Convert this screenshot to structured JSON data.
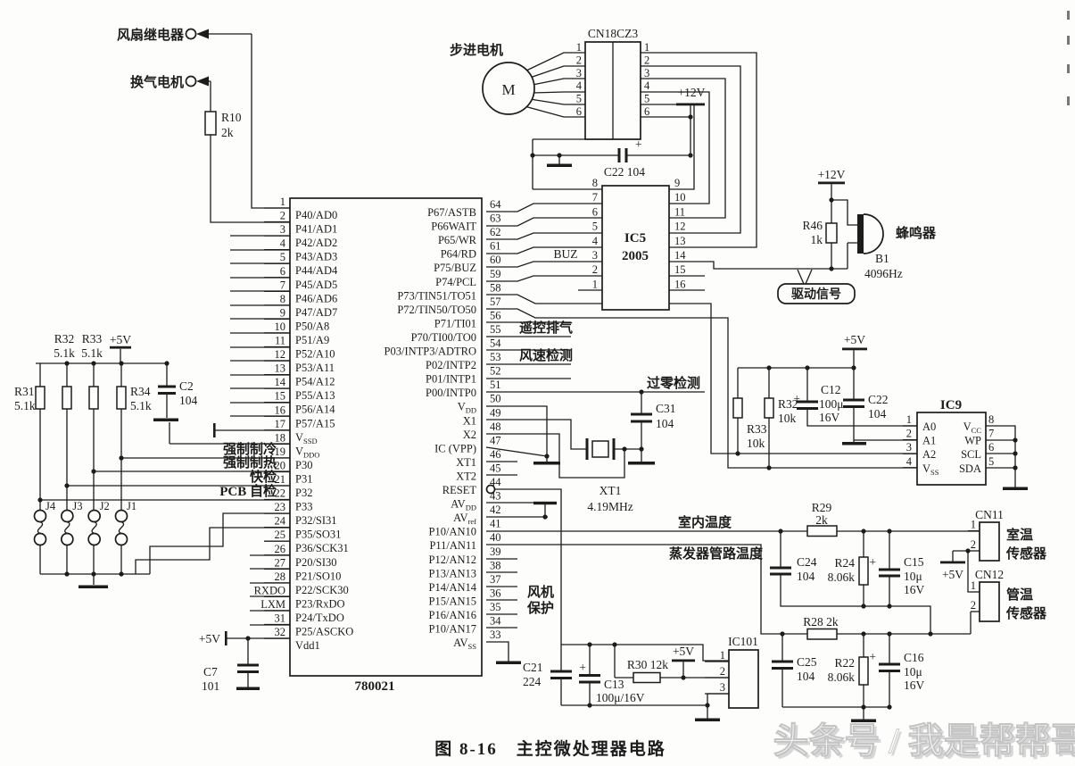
{
  "misc": {
    "plus": "+"
  },
  "top_left": {
    "fan_relay": "风扇继电器",
    "vent_motor": "换气电机",
    "r10": "R10",
    "r10_val": "2k"
  },
  "stepper": {
    "label": "步进电机",
    "motor": "M",
    "cn_title": "CN18CZ3",
    "left": [
      "1",
      "2",
      "3",
      "4",
      "5",
      "6"
    ],
    "right": [
      "1",
      "2",
      "3",
      "4",
      "5",
      "6"
    ],
    "p12v": "+12V",
    "c22": "C22 104"
  },
  "ic5": {
    "name": "IC5",
    "part": "2005",
    "buz": "BUZ",
    "left": [
      "8",
      "7",
      "6",
      "5",
      "4",
      "3",
      "2",
      "1"
    ],
    "right": [
      "9",
      "10",
      "11",
      "12",
      "13",
      "14",
      "15",
      "16"
    ]
  },
  "buzzer": {
    "p12v": "+12V",
    "r46": "R46",
    "r46_val": "1k",
    "name": "蜂鸣器",
    "b1": "B1",
    "freq": "4096Hz",
    "drive": "驱动信号"
  },
  "mcu": {
    "part": "780021",
    "left_pins": [
      {
        "n": "1",
        "l": "P40/AD0",
        "s": ""
      },
      {
        "n": "2",
        "l": "P41/AD1",
        "s": ""
      },
      {
        "n": "3",
        "l": "P42/AD2",
        "s": ""
      },
      {
        "n": "4",
        "l": "P43/AD3",
        "s": ""
      },
      {
        "n": "5",
        "l": "P44/AD4",
        "s": ""
      },
      {
        "n": "6",
        "l": "P45/AD5",
        "s": ""
      },
      {
        "n": "7",
        "l": "P46/AD6",
        "s": ""
      },
      {
        "n": "8",
        "l": "P47/AD7",
        "s": ""
      },
      {
        "n": "9",
        "l": "P50/A8",
        "s": ""
      },
      {
        "n": "10",
        "l": "P51/A9",
        "s": ""
      },
      {
        "n": "11",
        "l": "P52/A10",
        "s": ""
      },
      {
        "n": "12",
        "l": "P53/A11",
        "s": ""
      },
      {
        "n": "13",
        "l": "P54/A12",
        "s": ""
      },
      {
        "n": "14",
        "l": "P55/A13",
        "s": ""
      },
      {
        "n": "15",
        "l": "P56/A14",
        "s": ""
      },
      {
        "n": "16",
        "l": "P57/A15",
        "s": ""
      },
      {
        "n": "17",
        "l": "V",
        "s": "SSD"
      },
      {
        "n": "18",
        "l": "V",
        "s": "DDO"
      },
      {
        "n": "19",
        "l": "P30",
        "s": ""
      },
      {
        "n": "20",
        "l": "P31",
        "s": ""
      },
      {
        "n": "21",
        "l": "P32",
        "s": ""
      },
      {
        "n": "22",
        "l": "P33",
        "s": ""
      },
      {
        "n": "23",
        "l": "P32/SI31",
        "s": ""
      },
      {
        "n": "24",
        "l": "P35/SO31",
        "s": ""
      },
      {
        "n": "25",
        "l": "P36/SCK31",
        "s": ""
      },
      {
        "n": "26",
        "l": "P20/SI30",
        "s": ""
      },
      {
        "n": "27",
        "l": "P21/SO10",
        "s": ""
      },
      {
        "n": "28",
        "l": "P22/SCK30",
        "s": ""
      },
      {
        "n": "RXDO",
        "l": "P23/RxDO",
        "s": ""
      },
      {
        "n": "LXM",
        "l": "P24/TxDO",
        "s": ""
      },
      {
        "n": "31",
        "l": "P25/ASCKO",
        "s": ""
      },
      {
        "n": "32",
        "l": "Vdd1",
        "s": ""
      }
    ],
    "right_pins": [
      {
        "n": "64",
        "l": "P67/ASTB",
        "s": ""
      },
      {
        "n": "63",
        "l": "P66WAIT",
        "s": ""
      },
      {
        "n": "62",
        "l": "P65/WR",
        "s": ""
      },
      {
        "n": "61",
        "l": "P64/RD",
        "s": ""
      },
      {
        "n": "60",
        "l": "P75/BUZ",
        "s": ""
      },
      {
        "n": "59",
        "l": "P74/PCL",
        "s": ""
      },
      {
        "n": "58",
        "l": "P73/TIN51/TO51",
        "s": ""
      },
      {
        "n": "57",
        "l": "P72/TIN50/TO50",
        "s": ""
      },
      {
        "n": "56",
        "l": "P71/TI01",
        "s": ""
      },
      {
        "n": "55",
        "l": "P70/TI00/TO0",
        "s": ""
      },
      {
        "n": "54",
        "l": "P03/INTP3/ADTRO",
        "s": ""
      },
      {
        "n": "53",
        "l": "P02/INTP2",
        "s": ""
      },
      {
        "n": "52",
        "l": "P01/INTP1",
        "s": ""
      },
      {
        "n": "51",
        "l": "P00/INTP0",
        "s": ""
      },
      {
        "n": "50",
        "l": "V",
        "s": "DD"
      },
      {
        "n": "49",
        "l": "X1",
        "s": ""
      },
      {
        "n": "48",
        "l": "X2",
        "s": ""
      },
      {
        "n": "47",
        "l": "IC (VPP)",
        "s": ""
      },
      {
        "n": "46",
        "l": "XT1",
        "s": ""
      },
      {
        "n": "45",
        "l": "XT2",
        "s": ""
      },
      {
        "n": "44",
        "l": "RESET",
        "s": ""
      },
      {
        "n": "43",
        "l": "AV",
        "s": "DD"
      },
      {
        "n": "42",
        "l": "AV",
        "s": "ref"
      },
      {
        "n": "41",
        "l": "P10/AN10",
        "s": ""
      },
      {
        "n": "40",
        "l": "P11/AN11",
        "s": ""
      },
      {
        "n": "39",
        "l": "P12/AN12",
        "s": ""
      },
      {
        "n": "38",
        "l": "P13/AN13",
        "s": ""
      },
      {
        "n": "37",
        "l": "P14/AN14",
        "s": ""
      },
      {
        "n": "36",
        "l": "P15/AN15",
        "s": ""
      },
      {
        "n": "35",
        "l": "P16/AN16",
        "s": ""
      },
      {
        "n": "34",
        "l": "P10/AN17",
        "s": ""
      },
      {
        "n": "33",
        "l": "AV",
        "s": "SS"
      }
    ],
    "p5v": "+5V",
    "c7": "C7",
    "c7_val": "101"
  },
  "modes": {
    "cool": "强制制冷",
    "heat": "强制制热",
    "quick": "快检",
    "pcb": "PCB 自检"
  },
  "bias": {
    "r31": "R31",
    "r31_val": "5.1k",
    "r32": "R32",
    "r32_val": "5.1k",
    "r33": "R33",
    "r33_val": "5.1k",
    "r34": "R34",
    "r34_val": "5.1k",
    "p5v": "+5V",
    "c2": "C2",
    "c2_val": "104",
    "jumpers": [
      "J4",
      "J3",
      "J2",
      "J1"
    ]
  },
  "mid": {
    "remote": "遥控排气",
    "wind": "风速检测",
    "zero": "过零检测",
    "c31": "C31",
    "c31_val": "104",
    "xt1": "XT1",
    "xt1_val": "4.19MHz",
    "fan1": "风机",
    "fan2": "保护"
  },
  "eeprom": {
    "r33": "R33",
    "r33_val": "10k",
    "r32": "R32",
    "r32_val": "10k",
    "c12": "C12",
    "c12_v1": "100μ",
    "c12_v2": "16V",
    "c22": "C22",
    "c22_val": "104",
    "p5v": "+5V",
    "ic9": {
      "title": "IC9",
      "left": [
        {
          "n": "1",
          "l": "A0",
          "s": ""
        },
        {
          "n": "2",
          "l": "A1",
          "s": ""
        },
        {
          "n": "3",
          "l": "A2",
          "s": ""
        },
        {
          "n": "4",
          "l": "V",
          "s": "SS"
        }
      ],
      "right": [
        {
          "n": "8",
          "l": "V",
          "s": "CC"
        },
        {
          "n": "7",
          "l": "WP",
          "s": ""
        },
        {
          "n": "6",
          "l": "SCL",
          "s": ""
        },
        {
          "n": "5",
          "l": "SDA",
          "s": ""
        }
      ]
    }
  },
  "sensors": {
    "room": "室内温度",
    "evap": "蒸发器管路温度",
    "r29": "R29",
    "r29_val": "2k",
    "c24": "C24",
    "c24_val": "104",
    "r24": "R24",
    "r24_val": "8.06k",
    "c15": "C15",
    "c15_v1": "10μ",
    "c15_v2": "16V",
    "r28": "R28 2k",
    "c25": "C25",
    "c25_val": "104",
    "r22": "R22",
    "r22_val": "8.06k",
    "c16": "C16",
    "c16_v1": "10μ",
    "c16_v2": "16V",
    "p5v": "+5V",
    "cn11": {
      "title": "CN11",
      "pins": [
        "1",
        "2"
      ],
      "name1": "室温",
      "name2": "传感器"
    },
    "cn12": {
      "title": "CN12",
      "pins": [
        "1",
        "2"
      ],
      "name1": "管温",
      "name2": "传感器"
    }
  },
  "reset_ic": {
    "c21": "C21",
    "c21_val": "224",
    "c13": "C13",
    "c13_val": "100μ/16V",
    "r30": "R30 12k",
    "p5v": "+5V",
    "ic101": {
      "title": "IC101",
      "pins": [
        "1",
        "2",
        "3"
      ]
    }
  },
  "caption": "图 8-16　主控微处理器电路",
  "watermark": "头条号 / 我是帮帮哥"
}
